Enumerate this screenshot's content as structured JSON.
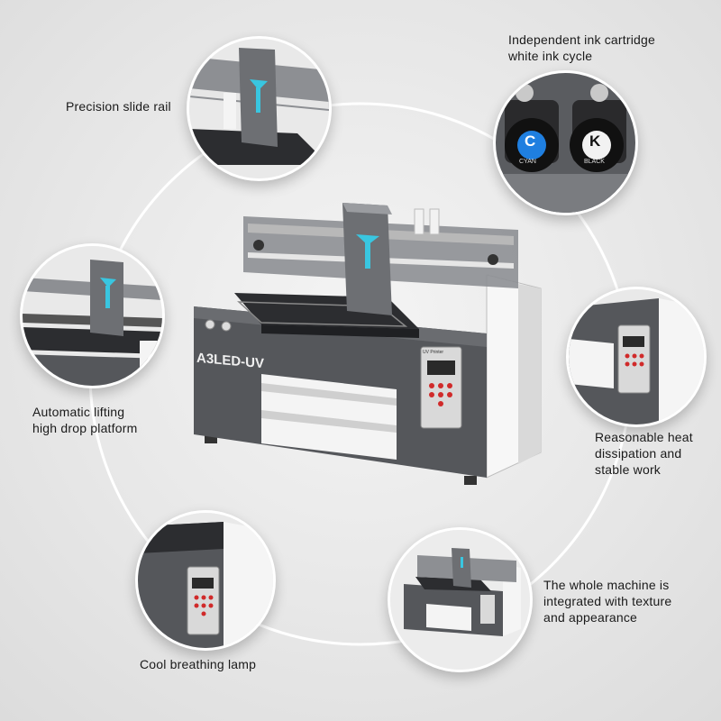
{
  "features": {
    "precision_slide_rail": "Precision slide rail",
    "ink_cartridge_line1": "Independent ink cartridge",
    "ink_cartridge_line2": "white ink cycle",
    "lifting_line1": "Automatic lifting",
    "lifting_line2": "high drop platform",
    "heat_line1": "Reasonable heat",
    "heat_line2": "dissipation and",
    "heat_line3": "stable work",
    "whole_line1": "The whole machine is",
    "whole_line2": "integrated with texture",
    "whole_line3": "and appearance",
    "breathing_lamp": "Cool breathing lamp"
  },
  "printer": {
    "model": "A3LED-UV",
    "panel_label": "UV Printer"
  },
  "ink": {
    "cyan_letter": "C",
    "cyan_word": "CYAN",
    "black_letter": "K",
    "black_word": "BLACK"
  },
  "colors": {
    "accent": "#39c6e0",
    "cyan_cap": "#1f7fe0",
    "body_dark": "#4a4c50",
    "body_white": "#f5f5f5"
  }
}
